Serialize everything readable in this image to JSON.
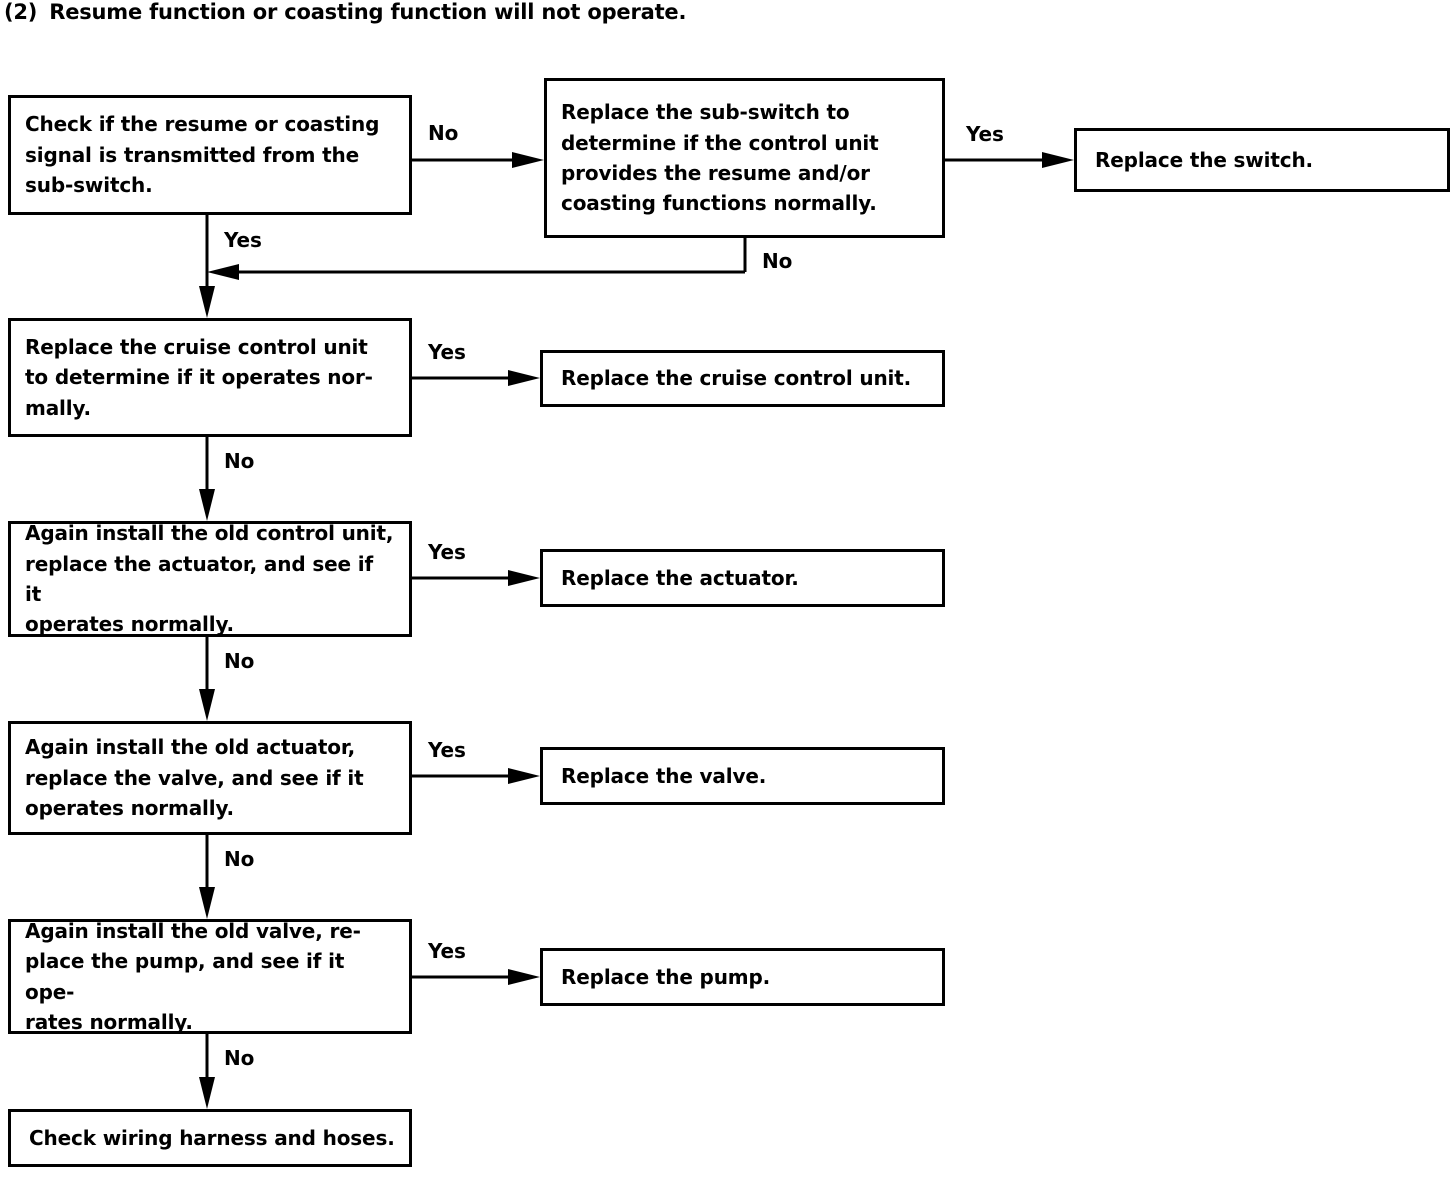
{
  "page": {
    "heading_number": "(2)",
    "heading_text": "Resume function or coasting function will not operate."
  },
  "flowchart": {
    "type": "troubleshooting-flowchart",
    "nodes": [
      {
        "id": "check-subswitch-signal",
        "text": "Check if the resume or coasting\nsignal is transmitted from the\nsub-switch."
      },
      {
        "id": "replace-subswitch-test",
        "text": "Replace the sub-switch to\ndetermine if the control unit\nprovides the resume and/or\ncoasting functions normally."
      },
      {
        "id": "replace-switch",
        "text": "Replace the switch."
      },
      {
        "id": "replace-cruise-control-unit-test",
        "text": "Replace the cruise control unit\nto determine if it operates nor-\nmally."
      },
      {
        "id": "replace-cruise-control-unit",
        "text": "Replace the cruise control unit."
      },
      {
        "id": "replace-actuator-test",
        "text": "Again install the old control unit,\nreplace the actuator, and see if it\noperates normally."
      },
      {
        "id": "replace-actuator",
        "text": "Replace the actuator."
      },
      {
        "id": "replace-valve-test",
        "text": "Again install the old actuator,\nreplace the valve, and see if it\noperates normally."
      },
      {
        "id": "replace-valve",
        "text": "Replace the valve."
      },
      {
        "id": "replace-pump-test",
        "text": "Again install the old valve, re-\nplace the pump, and see if it ope-\nrates normally."
      },
      {
        "id": "replace-pump",
        "text": "Replace the pump."
      },
      {
        "id": "check-wiring-harness",
        "text": "Check wiring harness and hoses."
      }
    ],
    "edges": [
      {
        "id": "e1",
        "from": "check-subswitch-signal",
        "to": "replace-subswitch-test",
        "label": "No"
      },
      {
        "id": "e2",
        "from": "check-subswitch-signal",
        "to": "replace-cruise-control-unit-test",
        "label": "Yes"
      },
      {
        "id": "e3",
        "from": "replace-subswitch-test",
        "to": "replace-switch",
        "label": "Yes"
      },
      {
        "id": "e4",
        "from": "replace-subswitch-test",
        "to": "replace-cruise-control-unit-test",
        "label": "No"
      },
      {
        "id": "e5",
        "from": "replace-cruise-control-unit-test",
        "to": "replace-cruise-control-unit",
        "label": "Yes"
      },
      {
        "id": "e6",
        "from": "replace-cruise-control-unit-test",
        "to": "replace-actuator-test",
        "label": "No"
      },
      {
        "id": "e7",
        "from": "replace-actuator-test",
        "to": "replace-actuator",
        "label": "Yes"
      },
      {
        "id": "e8",
        "from": "replace-actuator-test",
        "to": "replace-valve-test",
        "label": "No"
      },
      {
        "id": "e9",
        "from": "replace-valve-test",
        "to": "replace-valve",
        "label": "Yes"
      },
      {
        "id": "e10",
        "from": "replace-valve-test",
        "to": "replace-pump-test",
        "label": "No"
      },
      {
        "id": "e11",
        "from": "replace-pump-test",
        "to": "replace-pump",
        "label": "Yes"
      },
      {
        "id": "e12",
        "from": "replace-pump-test",
        "to": "check-wiring-harness",
        "label": "No"
      }
    ],
    "labels": {
      "no_1": "No",
      "yes_1": "Yes",
      "yes_2": "Yes",
      "no_2": "No",
      "yes_3": "Yes",
      "no_3": "No",
      "yes_4": "Yes",
      "no_4": "No",
      "yes_5": "Yes",
      "no_5": "No",
      "yes_6": "Yes",
      "no_6": "No"
    }
  },
  "colors": {
    "ink": "#000000",
    "paper": "#ffffff"
  }
}
